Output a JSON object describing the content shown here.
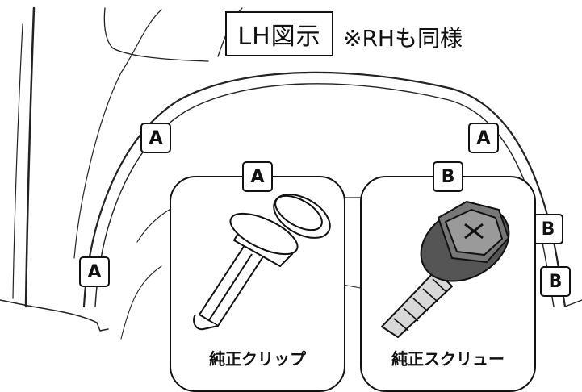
{
  "title": {
    "view_label": "LH図示",
    "note": "※RHも同様"
  },
  "fastener_labels": {
    "clip": "A",
    "screw": "B"
  },
  "cards": [
    {
      "label": "A",
      "caption": "純正クリップ",
      "part_icon": "push-clip-icon"
    },
    {
      "label": "B",
      "caption": "純正スクリュー",
      "part_icon": "self-tapping-screw-icon"
    }
  ]
}
